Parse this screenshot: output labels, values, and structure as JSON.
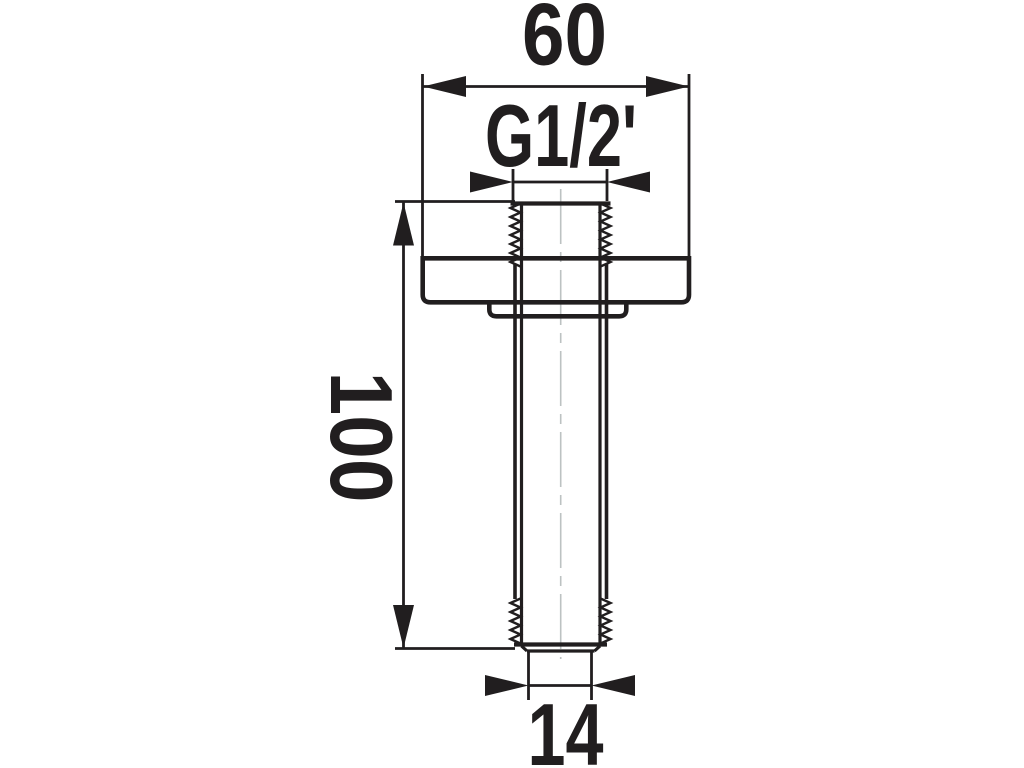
{
  "drawing": {
    "kind": "technical-dimension-drawing",
    "dimensions": {
      "flange_width": "60",
      "thread_size": "G1/2'",
      "length": "100",
      "tip_diameter": "14"
    },
    "colors": {
      "line": "#211e1f",
      "centerline": "#bcc2c2",
      "background": "#ffffff"
    }
  }
}
